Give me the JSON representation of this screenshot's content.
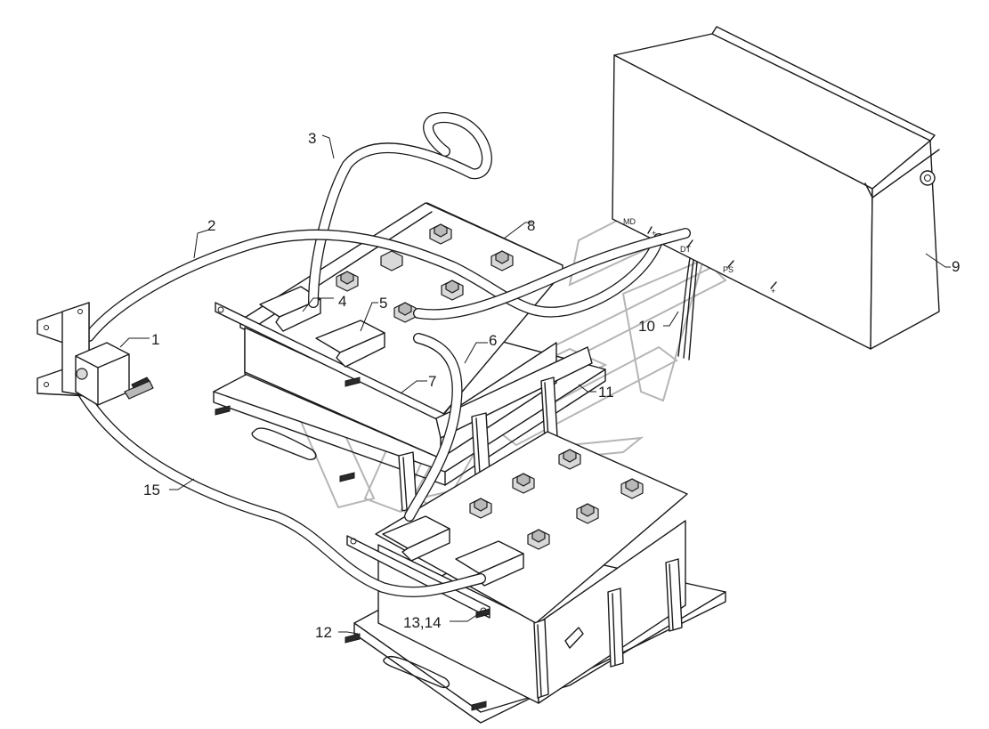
{
  "diagram": {
    "labels": {
      "l1": "1",
      "l2": "2",
      "l3": "3",
      "l4": "4",
      "l5": "5",
      "l6": "6",
      "l7": "7",
      "l8": "8",
      "l9": "9",
      "l10": "10",
      "l11": "11",
      "l12": "12",
      "l13": "13,14",
      "l15": "15"
    },
    "box_terminals": {
      "t1": "MD",
      "t2": "+",
      "t3": "DT",
      "t4": "PS",
      "t5": "+"
    }
  }
}
